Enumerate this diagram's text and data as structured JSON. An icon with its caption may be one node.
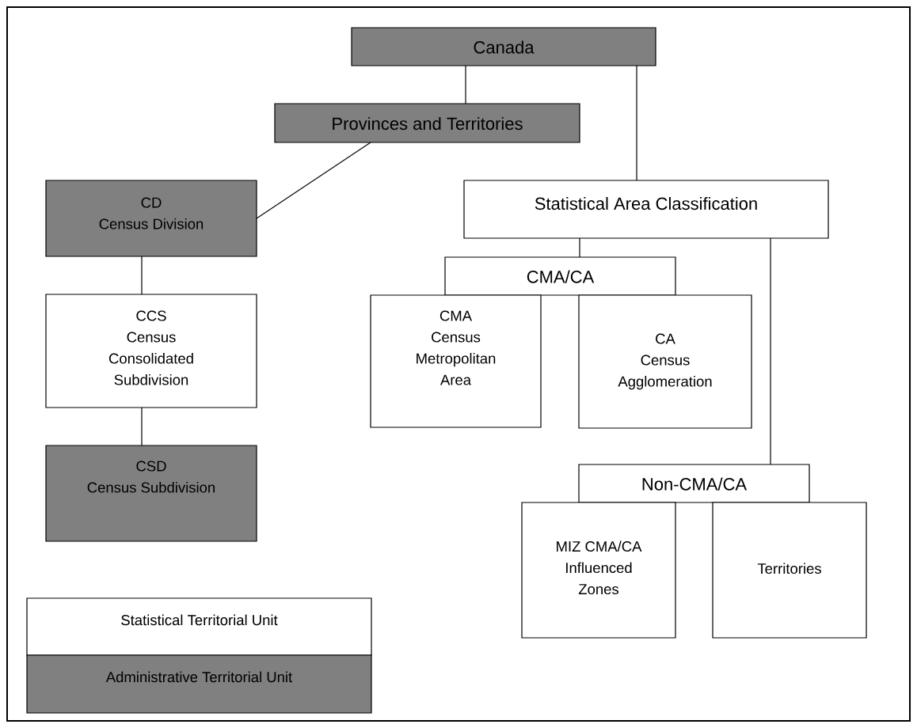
{
  "diagram": {
    "nodes": [
      {
        "text": [
          "Canada"
        ]
      },
      {
        "text": [
          "Provinces and Territories"
        ]
      },
      {
        "text": [
          "CD",
          "Census Division"
        ]
      },
      {
        "text": [
          "CCS",
          "Census Consolidated Subdivision"
        ]
      },
      {
        "text": [
          "CSD",
          "Census Subdivision"
        ]
      },
      {
        "text": [
          "Statistical Area Classification"
        ]
      },
      {
        "text": [
          "CMA/CA"
        ]
      },
      {
        "text": [
          "CMA",
          "Census Metropolitan Area"
        ]
      },
      {
        "text": [
          "CA",
          "Census Agglomeration"
        ]
      },
      {
        "text": [
          "Non-CMA/CA"
        ]
      },
      {
        "text": [
          "MIZ CMA/CA Influenced Zones"
        ]
      },
      {
        "text": [
          "Territories"
        ]
      }
    ],
    "edges": [
      {
        "from": 0,
        "to": 1,
        "arrow": "none"
      },
      {
        "from": 0,
        "to": 5,
        "arrow": "none"
      },
      {
        "from": 1,
        "to": 2,
        "arrow": "none"
      },
      {
        "from": 2,
        "to": 3,
        "arrow": "none"
      },
      {
        "from": 3,
        "to": 4,
        "arrow": "none"
      },
      {
        "from": 5,
        "to": 6,
        "arrow": "none"
      },
      {
        "from": 5,
        "to": 9,
        "arrow": "none"
      }
    ],
    "legend": [
      {
        "text": "Statistical Territorial Unit"
      },
      {
        "text": "Administrative Territorial Unit",
        "color": "#808080"
      }
    ]
  }
}
